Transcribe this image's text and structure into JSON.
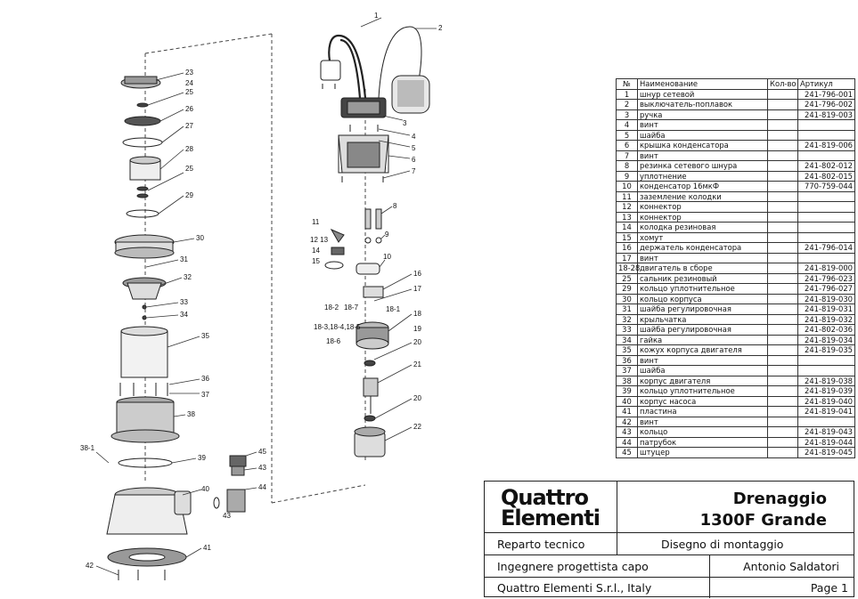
{
  "callouts": [
    "1",
    "2",
    "3",
    "4",
    "5",
    "6",
    "7",
    "8",
    "9",
    "10",
    "11",
    "12 13",
    "14",
    "15",
    "16",
    "17",
    "18",
    "18-1",
    "18-2",
    "18-7",
    "18-3,18-4,18-5",
    "18-6",
    "19",
    "20",
    "21",
    "20",
    "22",
    "23",
    "24",
    "25",
    "26",
    "27",
    "28",
    "25",
    "29",
    "30",
    "31",
    "32",
    "33",
    "34",
    "35",
    "36",
    "37",
    "38",
    "38-1",
    "39",
    "40",
    "41",
    "42",
    "45",
    "43",
    "44",
    "43"
  ],
  "table": {
    "headers": {
      "no": "№",
      "name": "Наименование",
      "qty": "Кол-во",
      "article": "Артикул"
    },
    "rows": [
      {
        "no": "1",
        "name": "шнур сетевой",
        "qty": "",
        "article": "241-796-001"
      },
      {
        "no": "2",
        "name": "выключатель-поплавок",
        "qty": "",
        "article": "241-796-002"
      },
      {
        "no": "3",
        "name": "ручка",
        "qty": "",
        "article": "241-819-003"
      },
      {
        "no": "4",
        "name": "винт",
        "qty": "",
        "article": ""
      },
      {
        "no": "5",
        "name": "шайба",
        "qty": "",
        "article": ""
      },
      {
        "no": "6",
        "name": "крышка конденсатора",
        "qty": "",
        "article": "241-819-006"
      },
      {
        "no": "7",
        "name": "винт",
        "qty": "",
        "article": ""
      },
      {
        "no": "8",
        "name": "резинка сетевого шнура",
        "qty": "",
        "article": "241-802-012"
      },
      {
        "no": "9",
        "name": "уплотнение",
        "qty": "",
        "article": "241-802-015"
      },
      {
        "no": "10",
        "name": "конденсатор 16мкФ",
        "qty": "",
        "article": "770-759-044"
      },
      {
        "no": "11",
        "name": "заземление колодки",
        "qty": "",
        "article": ""
      },
      {
        "no": "12",
        "name": "коннектор",
        "qty": "",
        "article": ""
      },
      {
        "no": "13",
        "name": "коннектор",
        "qty": "",
        "article": ""
      },
      {
        "no": "14",
        "name": "колодка резиновая",
        "qty": "",
        "article": ""
      },
      {
        "no": "15",
        "name": "хомут",
        "qty": "",
        "article": ""
      },
      {
        "no": "16",
        "name": "держатель конденсатора",
        "qty": "",
        "article": "241-796-014"
      },
      {
        "no": "17",
        "name": "винт",
        "qty": "",
        "article": ""
      },
      {
        "no": "18-28",
        "name": "двигатель в сборе",
        "qty": "",
        "article": "241-819-000"
      },
      {
        "no": "25",
        "name": "сальник резиновый",
        "qty": "",
        "article": "241-796-023"
      },
      {
        "no": "29",
        "name": "кольцо уплотнительное",
        "qty": "",
        "article": "241-796-027"
      },
      {
        "no": "30",
        "name": "кольцо корпуса",
        "qty": "",
        "article": "241-819-030"
      },
      {
        "no": "31",
        "name": "шайба регулировочная",
        "qty": "",
        "article": "241-819-031"
      },
      {
        "no": "32",
        "name": "крыльчатка",
        "qty": "",
        "article": "241-819-032"
      },
      {
        "no": "33",
        "name": "шайба регулировочная",
        "qty": "",
        "article": "241-802-036"
      },
      {
        "no": "34",
        "name": "гайка",
        "qty": "",
        "article": "241-819-034"
      },
      {
        "no": "35",
        "name": "кожух корпуса двигателя",
        "qty": "",
        "article": "241-819-035"
      },
      {
        "no": "36",
        "name": "винт",
        "qty": "",
        "article": ""
      },
      {
        "no": "37",
        "name": "шайба",
        "qty": "",
        "article": ""
      },
      {
        "no": "38",
        "name": "корпус двигателя",
        "qty": "",
        "article": "241-819-038"
      },
      {
        "no": "39",
        "name": "кольцо уплотнительное",
        "qty": "",
        "article": "241-819-039"
      },
      {
        "no": "40",
        "name": "корпус насоса",
        "qty": "",
        "article": "241-819-040"
      },
      {
        "no": "41",
        "name": "пластина",
        "qty": "",
        "article": "241-819-041"
      },
      {
        "no": "42",
        "name": "винт",
        "qty": "",
        "article": ""
      },
      {
        "no": "43",
        "name": "кольцо",
        "qty": "",
        "article": "241-819-043"
      },
      {
        "no": "44",
        "name": "патрубок",
        "qty": "",
        "article": "241-819-044"
      },
      {
        "no": "45",
        "name": "штуцер",
        "qty": "",
        "article": "241-819-045"
      }
    ]
  },
  "title_block": {
    "logo_line1": "Quattro",
    "logo_line2": "Elementi",
    "product_line1": "Drenaggio",
    "product_line2": "1300F Grande",
    "department": "Reparto tecnico",
    "drawing_type": "Disegno di montaggio",
    "role": "Ingegnere progettista capo",
    "engineer": "Antonio Saldatori",
    "company": "Quattro Elementi S.r.l., Italy",
    "page": "Page 1"
  }
}
